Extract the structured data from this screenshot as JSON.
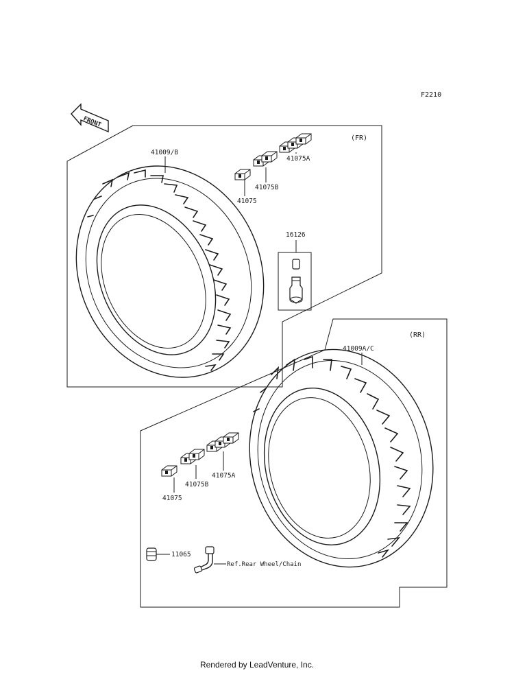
{
  "diagram_code": "F2210",
  "front_label": "FRONT",
  "front_section": {
    "label": "(FR)",
    "tire_part": "41009/B",
    "weights": [
      "41075",
      "41075B",
      "41075A"
    ],
    "valve_part": "16126"
  },
  "rear_section": {
    "label": "(RR)",
    "tire_part": "41009A/C",
    "weights": [
      "41075",
      "41075B",
      "41075A"
    ],
    "cap_part": "11065",
    "valve_ref": "Ref.Rear Wheel/Chain"
  },
  "footer": "Rendered by LeadVenture, Inc."
}
